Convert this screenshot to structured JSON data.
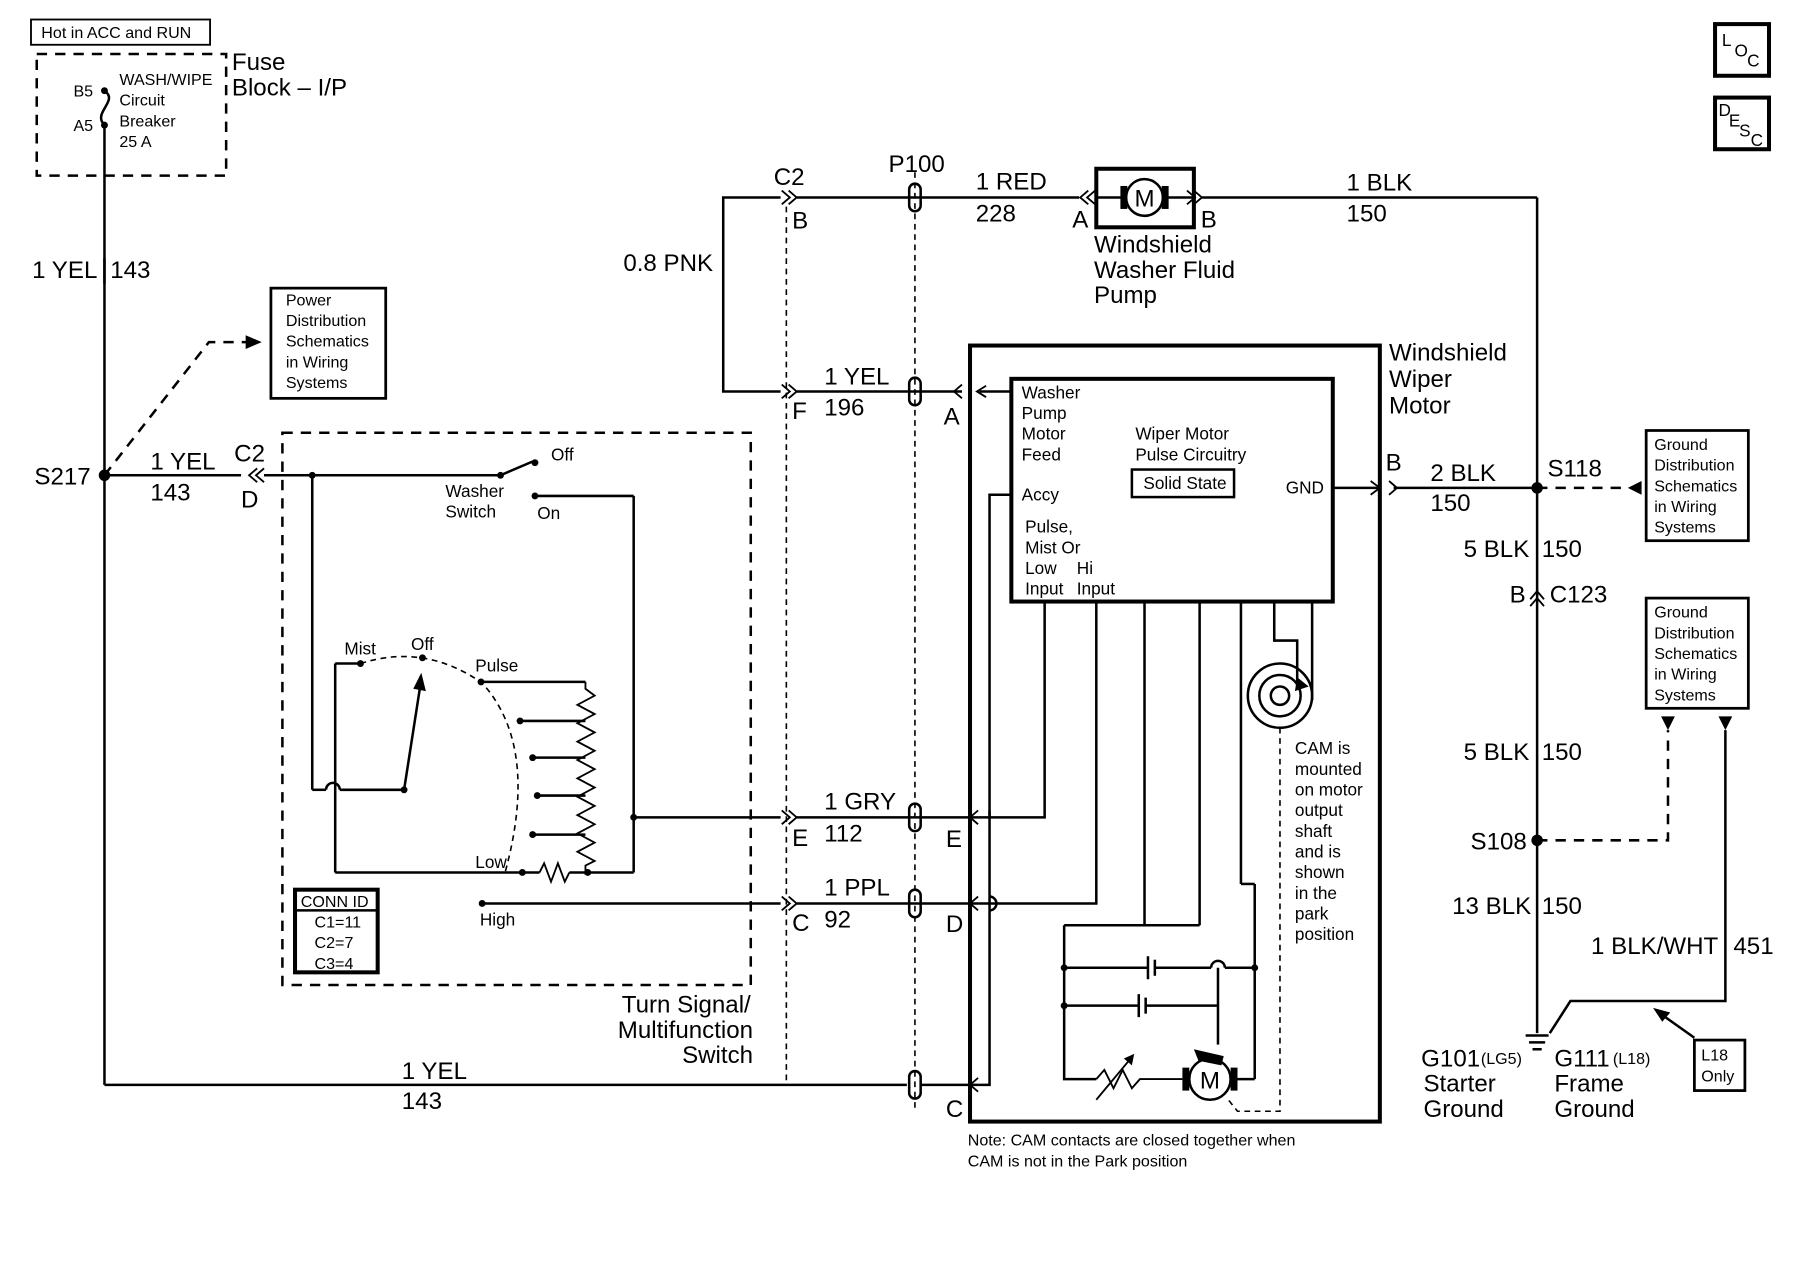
{
  "header": {
    "hot_label": "Hot in ACC and RUN"
  },
  "fuse_block": {
    "title_1": "Fuse",
    "title_2": "Block – I/P",
    "pin_b5": "B5",
    "pin_a5": "A5",
    "breaker_1": "WASH/WIPE",
    "breaker_2": "Circuit",
    "breaker_3": "Breaker",
    "breaker_4": "25 A"
  },
  "corner_icons": {
    "loc": {
      "l": "L",
      "o": "O",
      "c": "C"
    },
    "desc": {
      "d": "D",
      "e": "E",
      "s": "S",
      "c": "C"
    }
  },
  "wires": {
    "w_yel_143_top": {
      "color": "1 YEL",
      "circuit": "143"
    },
    "w_yel_143_mid": {
      "color": "1 YEL",
      "circuit": "143"
    },
    "w_yel_143_bot": {
      "color": "1 YEL",
      "circuit": "143"
    },
    "w_pnk": {
      "color": "0.8 PNK"
    },
    "w_red_228": {
      "color": "1 RED",
      "circuit": "228"
    },
    "w_blk_150_top": {
      "color": "1 BLK",
      "circuit": "150"
    },
    "w_yel_196": {
      "color": "1 YEL",
      "circuit": "196"
    },
    "w_gry_112": {
      "color": "1 GRY",
      "circuit": "112"
    },
    "w_ppl_92": {
      "color": "1 PPL",
      "circuit": "92"
    },
    "w_blk2_150": {
      "color": "2 BLK",
      "circuit": "150"
    },
    "w_blk5_150_a": {
      "color": "5 BLK",
      "circuit": "150"
    },
    "w_blk5_150_b": {
      "color": "5 BLK",
      "circuit": "150"
    },
    "w_blk13_150": {
      "color": "13 BLK",
      "circuit": "150"
    },
    "w_blkwht_451": {
      "color": "1 BLK/WHT",
      "circuit": "451"
    }
  },
  "splices": {
    "s217": "S217",
    "s118": "S118",
    "s108": "S108"
  },
  "connectors": {
    "c2_top": "C2",
    "c2_top_pin": "B",
    "c2_f": "F",
    "c2_e": "E",
    "c2_c": "C",
    "c2_left": "C2",
    "c2_left_pin": "D",
    "p100": "P100",
    "pump_a": "A",
    "pump_b": "B",
    "motor_a": "A",
    "motor_e": "E",
    "motor_d": "D",
    "motor_c": "C",
    "motor_b": "B",
    "c123": "C123",
    "c123_pin": "B"
  },
  "washer_pump": {
    "motor_symbol": "M",
    "label_1": "Windshield",
    "label_2": "Washer Fluid",
    "label_3": "Pump"
  },
  "wiper_motor": {
    "title_1": "Windshield",
    "title_2": "Wiper",
    "title_3": "Motor",
    "feed_1": "Washer",
    "feed_2": "Pump",
    "feed_3": "Motor",
    "feed_4": "Feed",
    "pulse_1": "Wiper Motor",
    "pulse_2": "Pulse Circuitry",
    "solid_state": "Solid State",
    "gnd": "GND",
    "accy": "Accy",
    "inputs_1": "Pulse,",
    "inputs_2": "Mist Or",
    "low": "Low",
    "hi": "Hi",
    "input_lo": "Input",
    "input_hi": "Input",
    "motor_symbol": "M",
    "cam_1": "CAM is",
    "cam_2": "mounted",
    "cam_3": "on motor",
    "cam_4": "output",
    "cam_5": "shaft",
    "cam_6": "and is",
    "cam_7": "shown",
    "cam_8": "in the",
    "cam_9": "park",
    "cam_10": "position"
  },
  "note": {
    "line_1": "Note: CAM contacts are closed together when",
    "line_2": "CAM is not in the Park position"
  },
  "multifunction_switch": {
    "washer_1": "Washer",
    "washer_2": "Switch",
    "off": "Off",
    "on": "On",
    "mist": "Mist",
    "off2": "Off",
    "pulse": "Pulse",
    "low": "Low",
    "high": "High",
    "conn_title": "CONN ID",
    "conn_c1": "C1=11",
    "conn_c2": "C2=7",
    "conn_c3": "C3=4",
    "title_1": "Turn Signal/",
    "title_2": "Multifunction",
    "title_3": "Switch"
  },
  "ref_boxes": {
    "power": [
      "Power",
      "Distribution",
      "Schematics",
      "in Wiring",
      "Systems"
    ],
    "ground_1": [
      "Ground",
      "Distribution",
      "Schematics",
      "in Wiring",
      "Systems"
    ],
    "ground_2": [
      "Ground",
      "Distribution",
      "Schematics",
      "in Wiring",
      "Systems"
    ]
  },
  "grounds": {
    "g101": "G101",
    "g101_opt": "(LG5)",
    "g101_name_1": "Starter",
    "g101_name_2": "Ground",
    "g111": "G111",
    "g111_opt": "(L18)",
    "g111_name_1": "Frame",
    "g111_name_2": "Ground",
    "l18_1": "L18",
    "l18_2": "Only"
  }
}
